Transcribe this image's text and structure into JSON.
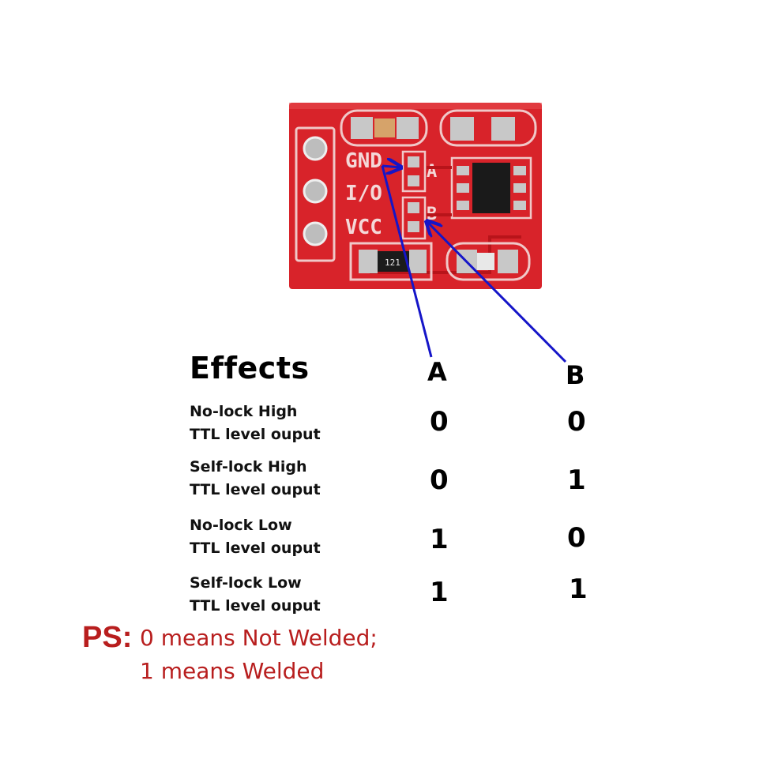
{
  "board": {
    "pin_labels": [
      "GND",
      "I/O",
      "VCC"
    ],
    "pad_labels": [
      "A",
      "B"
    ],
    "resistor_marking": "121",
    "colors": {
      "pcb": "#d8232a",
      "pad": "#c8c8c8",
      "arrow": "#1515c8"
    }
  },
  "table": {
    "title": "Effects",
    "col_a": "A",
    "col_b": "B",
    "rows": [
      {
        "line1": "No-lock High",
        "line2": "TTL level ouput",
        "a": "0",
        "b": "0"
      },
      {
        "line1": "Self-lock High",
        "line2": "TTL level ouput",
        "a": "0",
        "b": "1"
      },
      {
        "line1": "No-lock Low",
        "line2": "TTL level ouput",
        "a": "1",
        "b": "0"
      },
      {
        "line1": "Self-lock Low",
        "line2": "TTL level ouput",
        "a": "1",
        "b": "1"
      }
    ]
  },
  "note": {
    "prefix": "PS:",
    "line1": "0 means Not Welded;",
    "line2": "1 means Welded",
    "color": "#b81e1e"
  }
}
